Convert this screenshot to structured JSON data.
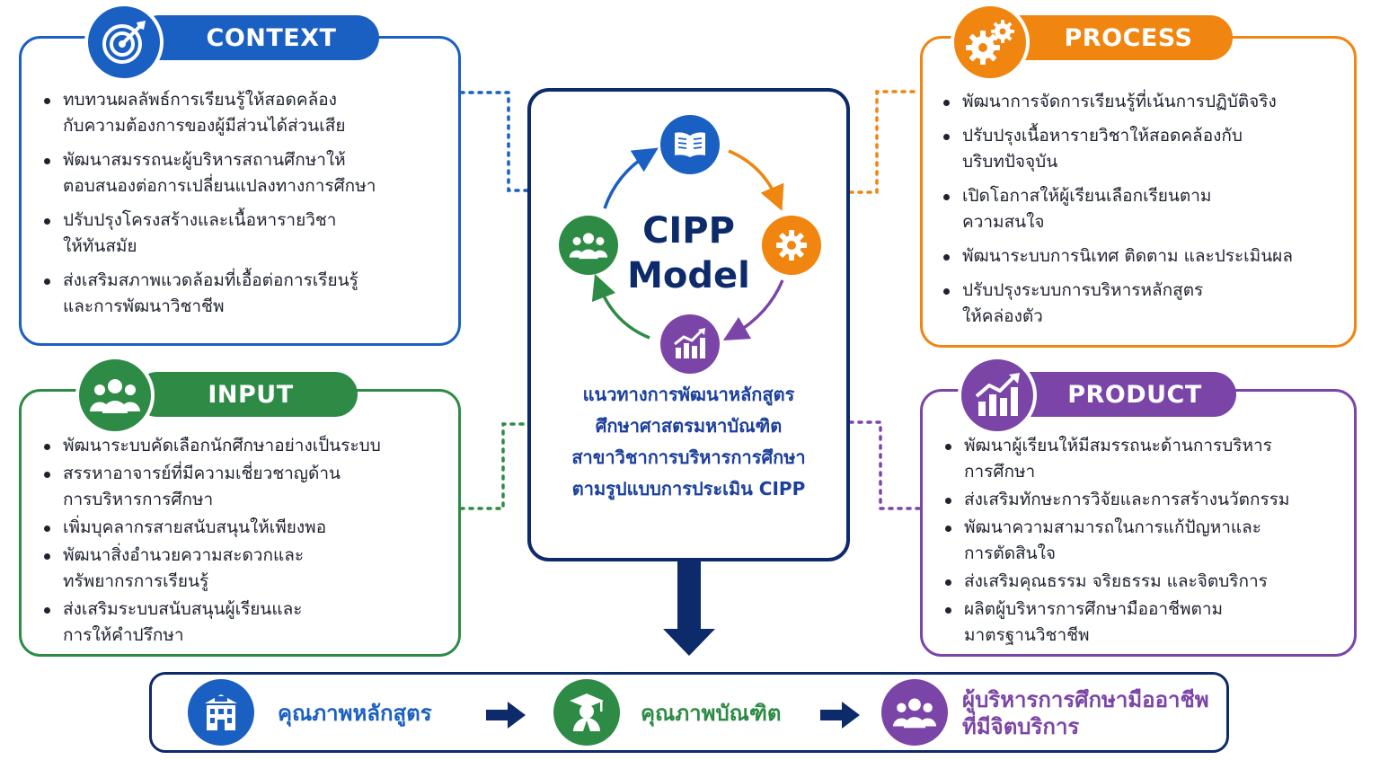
{
  "colors": {
    "context": "#1a5fc2",
    "input": "#2e8b45",
    "process": "#f0850f",
    "product": "#7b45a8",
    "navy": "#0d2a6b"
  },
  "context": {
    "title": "CONTEXT",
    "icon": "target-icon",
    "items": [
      "ทบทวนผลลัพธ์การเรียนรู้ให้สอดคล้อง\nกับความต้องการของผู้มีส่วนได้ส่วนเสีย",
      "พัฒนาสมรรถนะผู้บริหารสถานศึกษาให้\nตอบสนองต่อการเปลี่ยนแปลงทางการศึกษา",
      "ปรับปรุงโครงสร้างและเนื้อหารายวิชา\nให้ทันสมัย",
      "ส่งเสริมสภาพแวดล้อมที่เอื้อต่อการเรียนรู้\nและการพัฒนาวิชาชีพ"
    ]
  },
  "input": {
    "title": "INPUT",
    "icon": "people-icon",
    "items": [
      "พัฒนาระบบคัดเลือกนักศึกษาอย่างเป็นระบบ",
      "สรรหาอาจารย์ที่มีความเชี่ยวชาญด้าน\nการบริหารการศึกษา",
      "เพิ่มบุคลากรสายสนับสนุนให้เพียงพอ",
      "พัฒนาสิ่งอำนวยความสะดวกและ\nทรัพยากรการเรียนรู้",
      "ส่งเสริมระบบสนับสนุนผู้เรียนและ\nการให้คำปรึกษา"
    ]
  },
  "process": {
    "title": "PROCESS",
    "icon": "gears-icon",
    "items": [
      "พัฒนาการจัดการเรียนรู้ที่เน้นการปฏิบัติจริง",
      "ปรับปรุงเนื้อหารายวิชาให้สอดคล้องกับ\nบริบทปัจจุบัน",
      "เปิดโอกาสให้ผู้เรียนเลือกเรียนตาม\nความสนใจ",
      "พัฒนาระบบการนิเทศ ติดตาม และประเมินผล",
      "ปรับปรุงระบบการบริหารหลักสูตร\nให้คล่องตัว"
    ]
  },
  "product": {
    "title": "PRODUCT",
    "icon": "growth-chart-icon",
    "items": [
      "พัฒนาผู้เรียนให้มีสมรรถนะด้านการบริหาร\nการศึกษา",
      "ส่งเสริมทักษะการวิจัยและการสร้างนวัตกรรม",
      "พัฒนาความสามารถในการแก้ปัญหาและ\nการตัดสินใจ",
      "ส่งเสริมคุณธรรม จริยธรรม และจิตบริการ",
      "ผลิตผู้บริหารการศึกษามืออาชีพตาม\nมาตรฐานวิชาชีพ"
    ]
  },
  "center": {
    "title_line1": "CIPP",
    "title_line2": "Model",
    "description": "แนวทางการพัฒนาหลักสูตร\nศึกษาศาสตรมหาบัณฑิต\nสาขาวิชาการบริหารการศึกษา\nตามรูปแบบการประเมิน CIPP",
    "cycle_icons": [
      "book-icon",
      "gear-icon",
      "growth-chart-icon",
      "people-icon"
    ]
  },
  "outcomes": [
    {
      "label": "คุณภาพหลักสูตร",
      "icon": "building-icon",
      "color": "#1a5fc2"
    },
    {
      "label": "คุณภาพบัณฑิต",
      "icon": "graduate-icon",
      "color": "#2e8b45"
    },
    {
      "label": "ผู้บริหารการศึกษามืออาชีพ\nที่มีจิตบริการ",
      "icon": "people-icon",
      "color": "#7b45a8"
    }
  ]
}
